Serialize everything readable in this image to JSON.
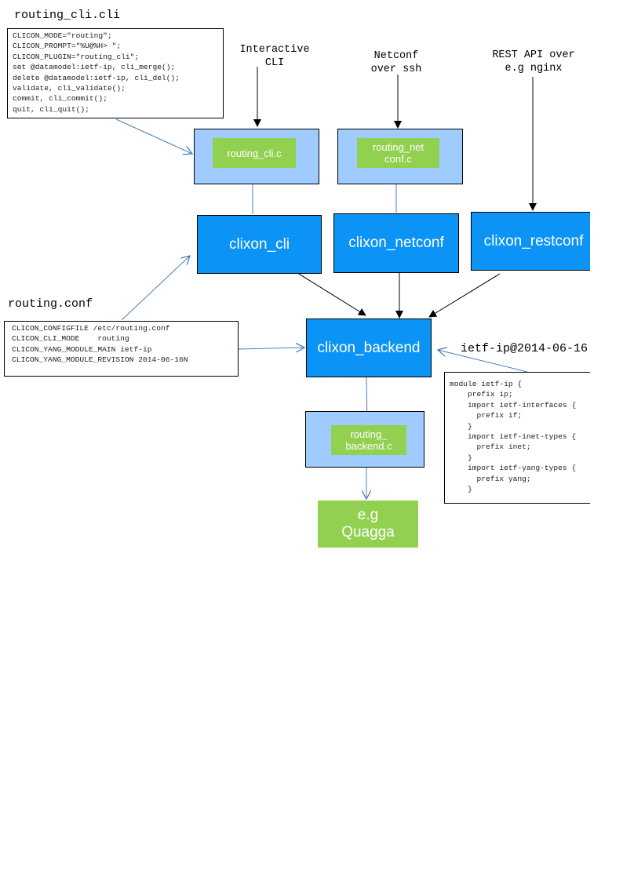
{
  "cli_file": {
    "title": "routing_cli.cli",
    "lines": [
      "CLICON_MODE=\"routing\";",
      "CLICON_PROMPT=\"%U@%H> \";",
      "CLICON_PLUGIN=\"routing_cli\";",
      "set @datamodel:ietf-ip, cli_merge();",
      "delete @datamodel:ietf-ip, cli_del();",
      "validate, cli_validate();",
      "commit, cli_commit();",
      "quit, cli_quit();"
    ]
  },
  "inputs": {
    "interactive_cli": "Interactive\nCLI",
    "netconf": "Netconf\nover ssh",
    "restapi": "REST API over\ne.g nginx"
  },
  "plugins": {
    "cli": "routing_cli.c",
    "netconf": "routing_net\nconf.c",
    "backend": "routing_\nbackend.c"
  },
  "components": {
    "cli": "clixon_cli",
    "netconf": "clixon_netconf",
    "restconf": "clixon_restconf",
    "backend": "clixon_backend",
    "quagga": "e.g\nQuagga"
  },
  "conf_file": {
    "title": "routing.conf",
    "lines": [
      "CLICON_CONFIGFILE /etc/routing.conf",
      "CLICON_CLI_MODE    routing",
      "CLICON_YANG_MODULE_MAIN ietf-ip",
      "CLICON_YANG_MODULE_REVISION 2014-06-16N"
    ]
  },
  "yang_file": {
    "title": "ietf-ip@2014-06-16.",
    "lines": [
      "module ietf-ip {",
      "    prefix ip;",
      "    import ietf-interfaces {",
      "      prefix if;",
      "    }",
      "    import ietf-inet-types {",
      "      prefix inet;",
      "    }",
      "    import ietf-yang-types {",
      "      prefix yang;",
      "    }"
    ]
  },
  "colors": {
    "component": "#0b93f5",
    "plugin_bg": "#9fcbff",
    "plugin": "#92d050",
    "link": "#4a7ebb"
  }
}
